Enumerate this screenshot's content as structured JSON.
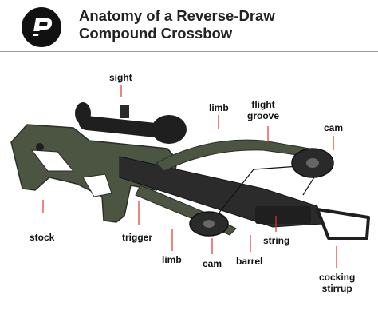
{
  "header": {
    "title_line1": "Anatomy of a Reverse-Draw",
    "title_line2": "Compound Crossbow"
  },
  "logo": {
    "icon": "brand-logo-icon"
  },
  "labels": {
    "sight": "sight",
    "limb_top": "limb",
    "flight_groove_line1": "flight",
    "flight_groove_line2": "groove",
    "cam_right": "cam",
    "stock": "stock",
    "trigger": "trigger",
    "limb_bottom": "limb",
    "cam_bottom": "cam",
    "barrel": "barrel",
    "string": "string",
    "cocking_stirrup_line1": "cocking",
    "cocking_stirrup_line2": "stirrup"
  },
  "colors": {
    "leader_line": "#e5332a",
    "stock_green": "#4c5442",
    "metal_dark": "#1f1f1f",
    "accent_yellow": "#f2d21b"
  }
}
